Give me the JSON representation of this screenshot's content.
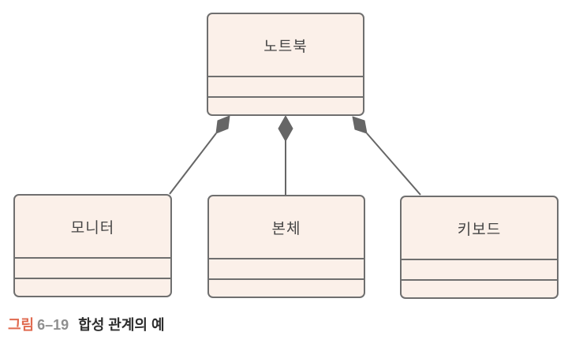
{
  "figure": {
    "caption": {
      "prefix": "그림",
      "number": "6–19",
      "title": "합성 관계의 예"
    }
  },
  "diagram": {
    "kind": "uml-class-diagram",
    "relationship": "composition",
    "parent": {
      "label": "노트북"
    },
    "children": [
      {
        "label": "모니터"
      },
      {
        "label": "본체"
      },
      {
        "label": "키보드"
      }
    ]
  },
  "colors": {
    "background": "#ffffff",
    "box_fill": "#fbf0e9",
    "box_border": "#6f6f6f",
    "box_text": "#454545",
    "connector": "#666666",
    "caption_prefix": "#e06a4f",
    "caption_number": "#8f8f8f",
    "caption_title": "#2e2e2e"
  }
}
